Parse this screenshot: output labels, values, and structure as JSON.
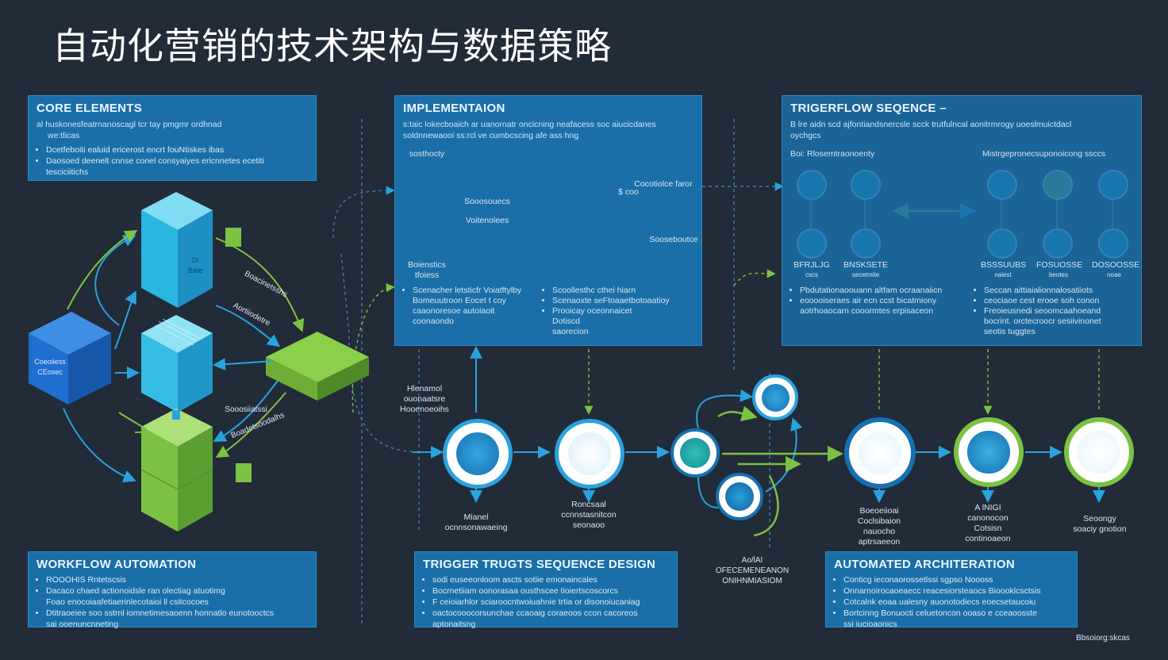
{
  "title": "自动化营销的技术架构与数据策略",
  "colors": {
    "background": "#222b38",
    "panel": "#1a6fa8",
    "accent_blue": "#29a3de",
    "accent_green": "#7cc242",
    "accent_orange": "#f4a52c"
  },
  "panels": {
    "core": {
      "heading": "CORE ELEMENTS",
      "lines": [
        "al huskonesfeatrnanoscagl tcr tay pmgmr ordhnad",
        "we:tlicas"
      ],
      "bullets": [
        "Dcetfeboiti ealuid ericerost encrt fouNtiskes ibas",
        "Daosoed deenelt cnnse conel consyaiyes ericnnetes ecetiti tesciciitichs"
      ]
    },
    "implementation": {
      "heading": "IMPLEMENTAION",
      "lines": [
        "s:taic lokecboaich ar uanornatr oncicning neafacess soc aiucicdanes",
        "soldnnewaooi ss:rcl ve cumbcscing afe ass hng"
      ],
      "labels": {
        "stack_top": "sosthocty",
        "stack_bottom": "Boienstics\ntfoiess",
        "arrow1a": "Sooosouecs",
        "arrow1b": "Voitenolees",
        "dollar": "$ coo",
        "store_top": "Cocotiolce faror",
        "store_bottom": "Sooseboutce"
      },
      "bullets_left": [
        "Scenacher letsticfr Voiatftylby",
        "Bomeuutroon Eocet t coy",
        "caaonoresoe autoiaoit",
        "coonaondo"
      ],
      "bullets_right": [
        "Scoollesthc cthei hiarn",
        "Scenaoxte seFtoaaetbotoaatioy",
        "Prooicay oceonnaicet",
        "Dotiscd",
        "saorecion"
      ]
    },
    "trigger_flow": {
      "heading": "TRIGERFLOW SEQENCE –",
      "lines": [
        "B lre aidn scd ajfontiandsnercsle scck trutfulncal aonitrmrogy uoeslmuictdacl",
        "oychgcs"
      ],
      "group_left": "Boi: Rlosemtraonoenty",
      "group_right": "Mistrgepronecsuponoicong ssccs",
      "node_labels": [
        "BFRJLJG",
        "BNSKSETE",
        "BSSSUUBS",
        "FOSUOSSE",
        "DOSOOSSE"
      ],
      "node_sub": [
        "cscs",
        "secetmite",
        "naiest",
        "beotes",
        "noae"
      ],
      "bullets_left": [
        "Pbdutationaoouann altfam ocraanaiicn",
        "eooooiseraes air ecn ccst bicatmiony",
        "aotrhoaocarn cooormtes erpisaceon"
      ],
      "bullets_right": [
        "Seccan aittiaialionnalosatiiots",
        "ceociaoe cest erooe soh conon",
        "Freoieusnedi seoomcaahoeand",
        "bocrint. orctecroocr sesiivinonet",
        "seotis tuggtes"
      ]
    },
    "workflow": {
      "heading": "WORKFLOW AUTOMATION",
      "bullets": [
        "ROOOHIS Rntetscsis",
        "Dacaco chaed actionoidsle ran olectiag atuotimg",
        "Foao enocoiaafetiaerinlecotaioi ll csitcocoes",
        "Dtitraoeiee soo sstrnl iomnetimesaoenn honnatlo eunotooctcs",
        "sai ooenuncnneting"
      ]
    },
    "trigger_design": {
      "heading": "TRIGGER TRUGTS SEQUENCE DESIGN",
      "bullets": [
        "sodi euseeonloom ascts sotiie emonaincales",
        "Bocrnetiiam oonorasaa ousthscee tioiertscoscorcs",
        "F ceioiarhlor sciaroocntwoiuahnie trtia or disonoiucaniag",
        "oactocooocorsunchae ccaoaig coraeoos ccon cacoreos",
        "aptonaitsng"
      ]
    },
    "automated_arch": {
      "heading": "AUTOMATED ARCHITERATION",
      "bullets": [
        "Conticg ieconaorossetlssi sgpso Noooss",
        "Onnarnoirocaoeaecc reacesiorsteaocs Bioooklcsctsis",
        "Cotcalnk eoaa ualesny auonotodiecs eoecsetaucoiu",
        "Bortcinng Bonuocti celuetoncon ooaso e cceaoosste",
        "ssi iucioaonics"
      ]
    }
  },
  "flow_labels": {
    "left_top": "Hlenamol\nouonaatsre\nHooenoeoihs",
    "n1": "Mianel\nocnnsonawaeing",
    "n2": "Roncsaal\nccnnstasnitcon\nseonaoo",
    "center": "Ao/lAI\nOFECEMENEANON\nONIHNMIASIOM",
    "n4": "Boeoeiioai\nCoclsibaion\nnauocho\naptrsaeeon",
    "n5": "A lNIGI\ncanonocon\nCotsisn\ncontinoaeon",
    "n6": "Seoongy\nsoaciy gnotion"
  },
  "stack_labels": {
    "block_top": "Di\nBate",
    "block_mid": "",
    "block_bottom": "",
    "left_cube": "Coeoiiess\nCEosec",
    "diag1": "Boacinetsshs",
    "diag2": "Aortiiodetre",
    "diag3": "Sooosiiatssi",
    "diag4": "Boadetsoodalhs"
  },
  "footer": "Bbsoiorg:skcas"
}
